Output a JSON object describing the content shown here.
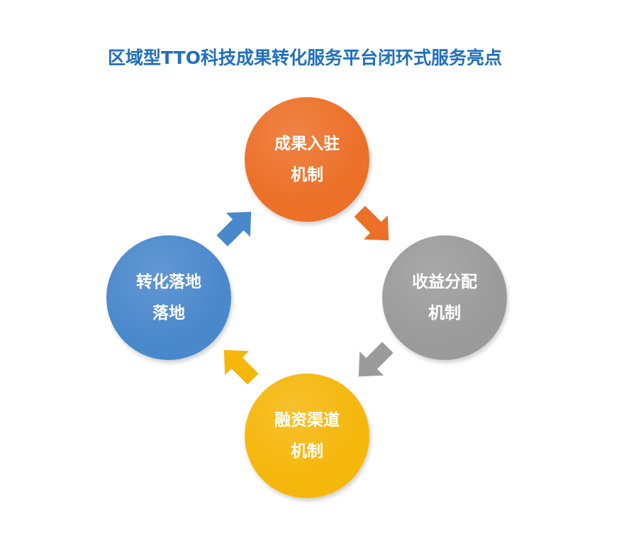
{
  "title": "区域型TTO科技成果转化服务平台闭环式服务亮点",
  "nodes": [
    {
      "line1": "成果入驻",
      "line2": "机制",
      "color": "#ec7028"
    },
    {
      "line1": "收益分配",
      "line2": "机制",
      "color": "#9b9b9b"
    },
    {
      "line1": "融资渠道",
      "line2": "机制",
      "color": "#f6b70c"
    },
    {
      "line1": "转化落地",
      "line2": "落地",
      "color": "#4a88cc"
    }
  ],
  "arrows": [
    {
      "color": "#ec7028"
    },
    {
      "color": "#9b9b9b"
    },
    {
      "color": "#f6b70c"
    },
    {
      "color": "#4a88cc"
    }
  ]
}
